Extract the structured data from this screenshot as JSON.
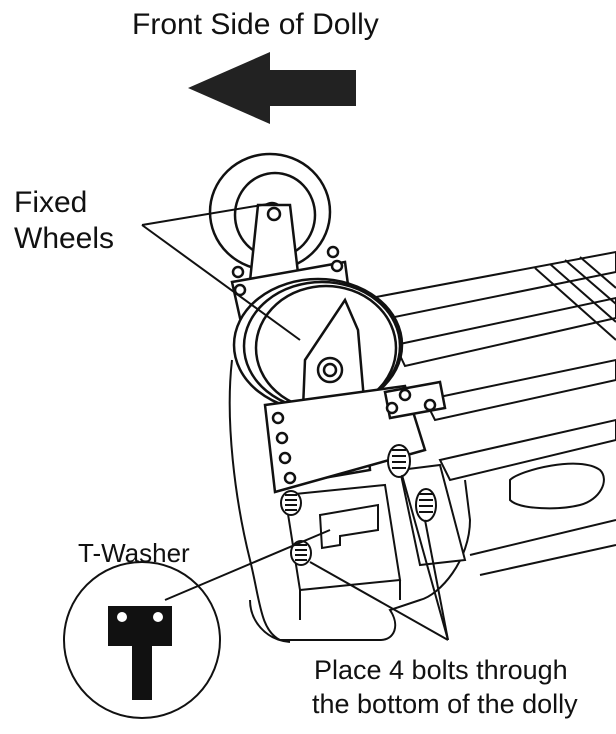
{
  "diagram": {
    "title": "Front Side of Dolly",
    "labels": {
      "fixed_wheels_line1": "Fixed",
      "fixed_wheels_line2": "Wheels",
      "t_washer": "T-Washer",
      "bolts_line1": "Place 4 bolts through",
      "bolts_line2": "the bottom of the dolly"
    },
    "arrow_direction": "left",
    "colors": {
      "ink": "#111111",
      "paper": "#ffffff",
      "arrow": "#222222"
    }
  }
}
